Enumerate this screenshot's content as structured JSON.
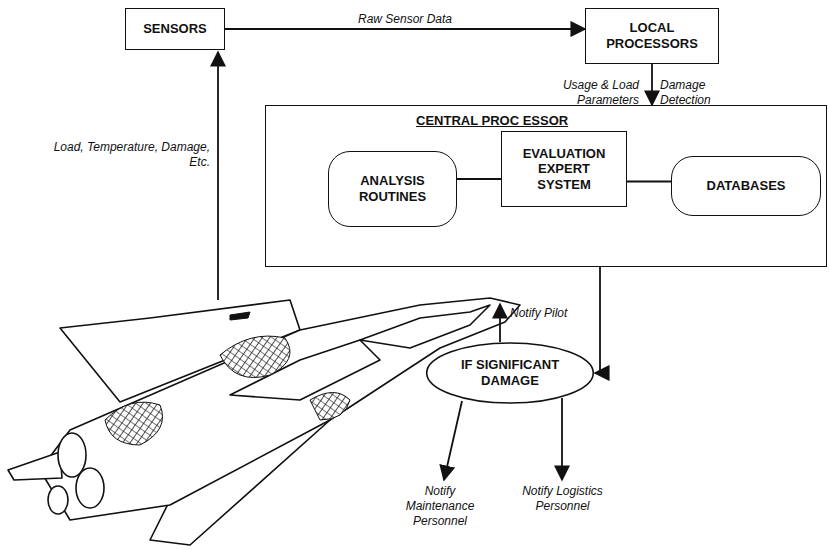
{
  "diagram": {
    "nodes": [
      {
        "text": [
          "SENSORS"
        ]
      },
      {
        "text": [
          "LOCAL PROCESSORS"
        ]
      },
      {
        "text": [
          "CENTRAL PROC ESSOR"
        ]
      },
      {
        "text": [
          "ANALYSIS ROUTINES"
        ],
        "in": 2
      },
      {
        "text": [
          "EVALUATION EXPERT SYSTEM"
        ],
        "in": 2
      },
      {
        "text": [
          "DATABASES"
        ],
        "in": 2
      },
      {
        "text": [
          "IF SIGNIFICANT DAMAGE"
        ]
      }
    ],
    "edges": [
      {
        "from": 0,
        "to": 1,
        "arrow": "to",
        "label": "Raw Sensor Data"
      },
      {
        "from": 1,
        "to": 2,
        "arrow": "to"
      },
      {
        "from": 3,
        "to": 4,
        "arrow": "none"
      },
      {
        "from": 4,
        "to": 5,
        "arrow": "none"
      },
      {
        "from": 2,
        "to": 6,
        "arrow": "to"
      }
    ],
    "labels": [
      "Load, Temperature, Damage, Etc.",
      "Usage & Load Parameters",
      "Damage Detection",
      "Notify Pilot",
      "Notify Maintenance Personnel",
      "Notify Logistics Personnel"
    ]
  }
}
